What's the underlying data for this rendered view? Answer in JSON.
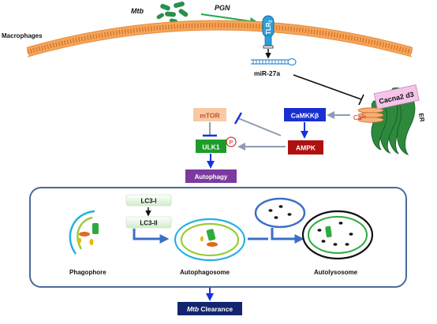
{
  "labels": {
    "mtb": "Mtb",
    "pgn": "PGN",
    "tlr": "TLR",
    "tlr_sub": "2",
    "macrophages": "Macrophages",
    "mirna": "miR-27a",
    "mtor": "mTOR",
    "camkk": "CaMKKβ",
    "calcium": "Ca",
    "calcium_sup": "2+",
    "cacna": "Cacna2 d3",
    "er": "ER",
    "ulk1": "ULK1",
    "phos": "P",
    "ampk": "AMPK",
    "autophagy": "Autophagy",
    "lc3i": "LC3-I",
    "lc3ii": "LC3-II",
    "phagophore": "Phagophore",
    "autophagosome": "Autophagosome",
    "autolysosome": "Autolysosome",
    "clearance_italic": "Mtb",
    "clearance_rest": " Clearance"
  },
  "colors": {
    "membrane": "#f5a65b",
    "membrane_dots": "#d9772a",
    "tlr": "#2e9fd8",
    "mtb_green": "#2a8f4e",
    "pgn_arrow": "#1fa855",
    "mtor_bg": "#f8c9a4",
    "camkk_bg": "#1a2fd1",
    "ulk1_bg": "#1e9c2a",
    "ampk_bg": "#b01010",
    "autophagy_bg": "#7a3aa0",
    "cacna_bg": "#f6c4ea",
    "er_green": "#2d8a3c",
    "clearance_bg": "#12256e",
    "compartment_border": "#4a6a9a",
    "blue_arrow": "#1732d8",
    "gray_arrow": "#8c9bb4",
    "lc3_bg": "#e7f5e3"
  }
}
